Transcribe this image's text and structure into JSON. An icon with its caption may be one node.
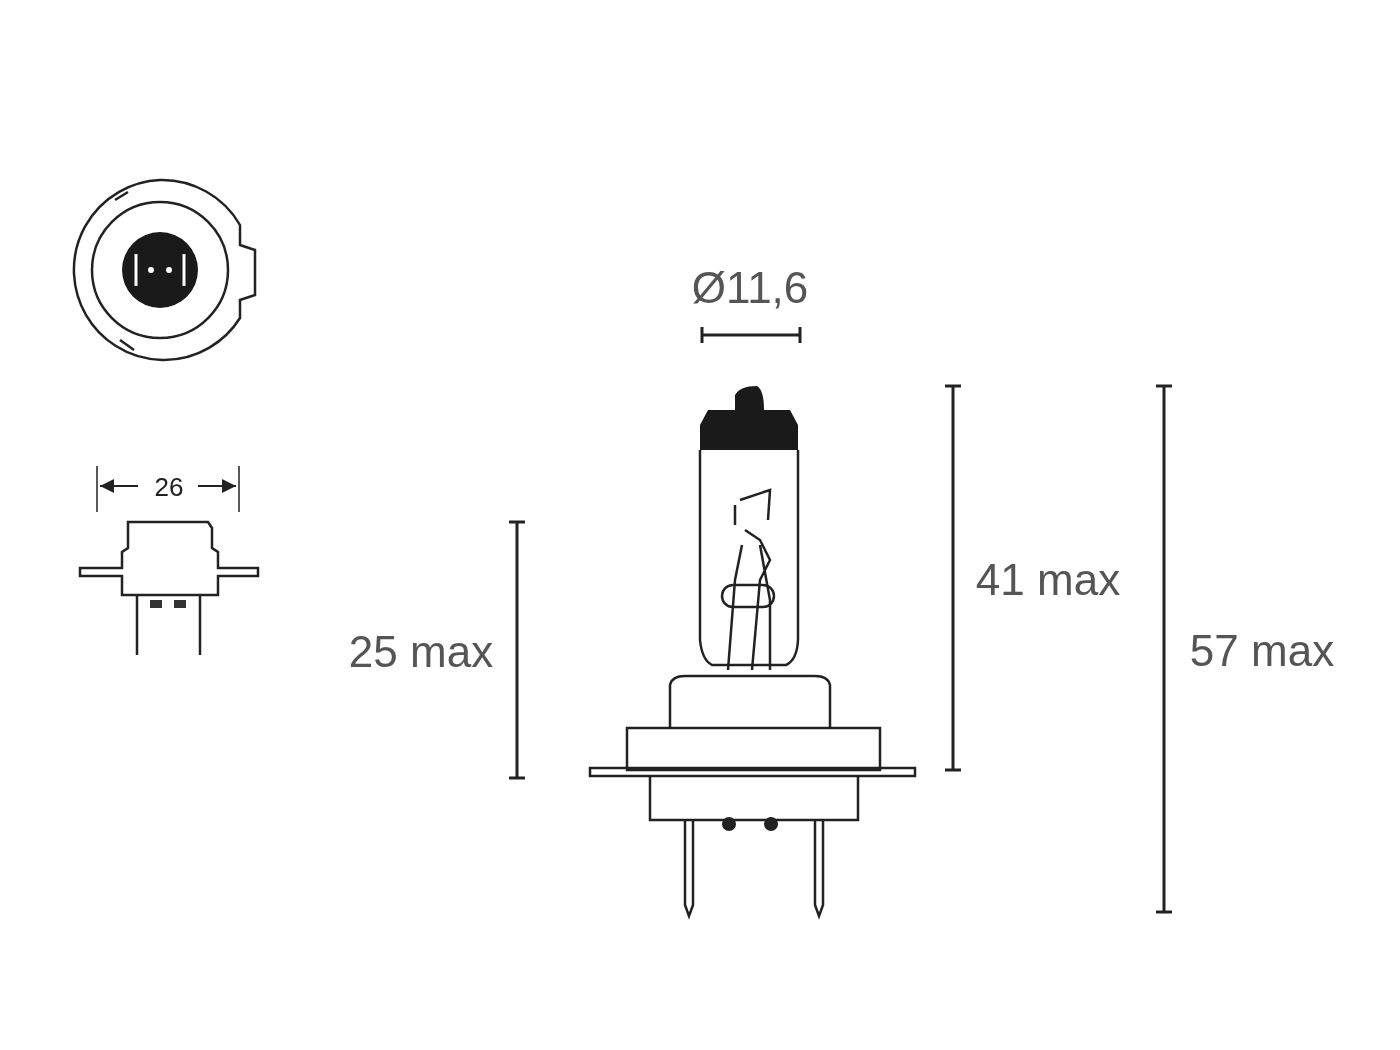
{
  "diagram": {
    "labels": [
      "Ø11,6",
      "26",
      "25 max",
      "41 max",
      "57 max"
    ]
  }
}
